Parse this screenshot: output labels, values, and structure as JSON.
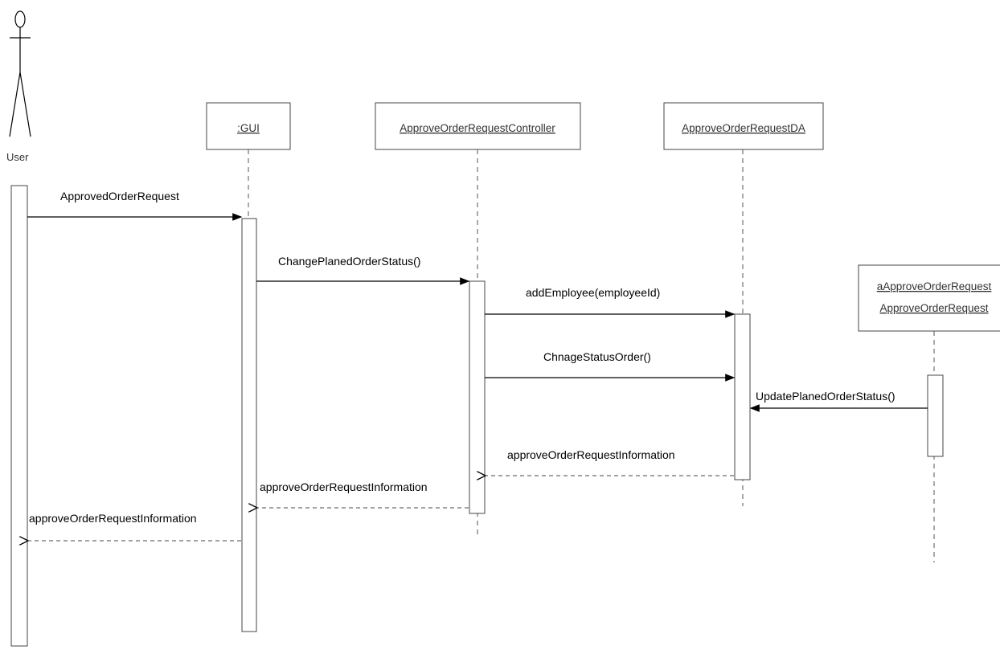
{
  "actor": {
    "label": "User"
  },
  "objects": [
    {
      "id": "gui",
      "label": ":GUI"
    },
    {
      "id": "controller",
      "label": "ApproveOrderRequestController"
    },
    {
      "id": "da",
      "label": "ApproveOrderRequestDA"
    },
    {
      "id": "entity",
      "label": "aApproveOrderRequest",
      "label2": "ApproveOrderRequest"
    }
  ],
  "messages": [
    {
      "label": "ApprovedOrderRequest",
      "kind": "call"
    },
    {
      "label": "ChangePlanedOrderStatus()",
      "kind": "call"
    },
    {
      "label": "addEmployee(employeeId)",
      "kind": "call"
    },
    {
      "label": "ChnageStatusOrder()",
      "kind": "call"
    },
    {
      "label": "UpdatePlanedOrderStatus()",
      "kind": "call"
    },
    {
      "label": "approveOrderRequestInformation",
      "kind": "return"
    },
    {
      "label": "approveOrderRequestInformation",
      "kind": "return"
    },
    {
      "label": "approveOrderRequestInformation",
      "kind": "return"
    }
  ],
  "colors": {
    "line": "#000000",
    "dashed": "#555555",
    "box_border": "#444444",
    "text": "#000000"
  }
}
